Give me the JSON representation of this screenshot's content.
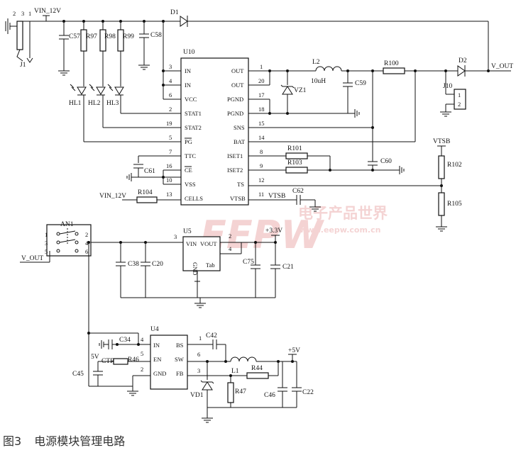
{
  "caption": {
    "fig": "图3",
    "text": "电源模块管理电路"
  },
  "watermark": {
    "logo": "EEPW",
    "cn": "电子产品世界",
    "url": "www.eepw.com.cn"
  },
  "chips": {
    "u10": {
      "ref": "U10",
      "pins_left": [
        "IN",
        "IN",
        "VCC",
        "STAT1",
        "STAT2",
        "PG",
        "TTC",
        "CE",
        "VSS",
        "CELLS"
      ],
      "pins_right": [
        "OUT",
        "OUT",
        "PGND",
        "PGND",
        "SNS",
        "BAT",
        "ISET1",
        "ISET2",
        "TS",
        "VTSB"
      ]
    },
    "u5": {
      "ref": "U5",
      "vin": "VIN",
      "vout": "VOUT",
      "gnd": "GND",
      "tab": "Tab"
    },
    "u4": {
      "ref": "U4",
      "pins_left": [
        "IN",
        "EN",
        "GND"
      ],
      "pins_right": [
        "BS",
        "SW",
        "FB"
      ]
    }
  },
  "pin_numbers": {
    "u10_left": [
      "3",
      "4",
      "6",
      "2",
      "19",
      "5",
      "7",
      "16",
      "10",
      "13"
    ],
    "u10_right": [
      "1",
      "20",
      "17",
      "18",
      "15",
      "14",
      "8",
      "9",
      "12",
      "11"
    ],
    "u5": [
      "3",
      "2",
      "4"
    ],
    "u4": [
      "4",
      "5",
      "2",
      "1",
      "6",
      "3"
    ]
  },
  "nets": {
    "vin_12v_top": "VIN_12V",
    "vin_12v_left": "VIN_12V",
    "v_out_right": "V_OUT",
    "v_out_left": "V_OUT",
    "vtsb_right": "VTSB",
    "vtsb_mid": "VTSB",
    "p3v3": "+3.3V",
    "p5v": "+5V",
    "p5v_small": "5V",
    "ctr": "CTR"
  },
  "refs": {
    "j1": "J1",
    "j10": "J10",
    "an1": "AN1",
    "d1": "D1",
    "d2": "D2",
    "vz1": "VZ1",
    "vd1": "VD1",
    "l2": "L2",
    "l2_val": "10uH",
    "l1": "L1",
    "r97": "R97",
    "r98": "R98",
    "r99": "R99",
    "r100": "R100",
    "r101": "R101",
    "r103": "R103",
    "r104": "R104",
    "r102": "R102",
    "r105": "R105",
    "r46": "R46",
    "r44": "R44",
    "r47": "R47",
    "c57": "C57",
    "c58": "C58",
    "c59": "C59",
    "c60": "C60",
    "c61": "C61",
    "c62": "C62",
    "c38": "C38",
    "c20": "C20",
    "c75": "C75",
    "c21": "C21",
    "c34": "C34",
    "c45": "C45",
    "c42": "C42",
    "c46": "C46",
    "c22": "C22",
    "hl1": "HL1",
    "hl2": "HL2",
    "hl3": "HL3"
  },
  "misc": {
    "j1_pins": [
      "2",
      "3",
      "1"
    ],
    "j10_pins": [
      "1",
      "2"
    ],
    "an1_pins": [
      "1",
      "2",
      "3",
      "4",
      "5",
      "6"
    ]
  }
}
